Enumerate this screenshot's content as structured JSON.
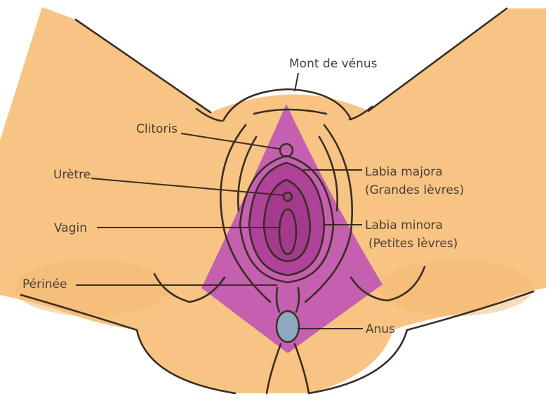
{
  "colors": {
    "background": "#ffffff",
    "skin": "#f8c483",
    "skin_shadow": "#f2b873",
    "perineum_diamond": "#c55fb0",
    "vestibule": "#b0429a",
    "inner_vestibule": "#a33a8d",
    "anus": "#8fa9c2",
    "outline": "#3a2d22",
    "label_text": "#4a4038"
  },
  "labels": {
    "mons": "Mont de vénus",
    "clitoris": "Clitoris",
    "uretre": "Urètre",
    "vagin": "Vagin",
    "perinee": "Périnée",
    "labia_majora_1": "Labia majora",
    "labia_majora_2": "(Grandes lèvres)",
    "labia_minora_1": "Labia minora",
    "labia_minora_2": "(Petites lèvres)",
    "anus": "Anus"
  }
}
